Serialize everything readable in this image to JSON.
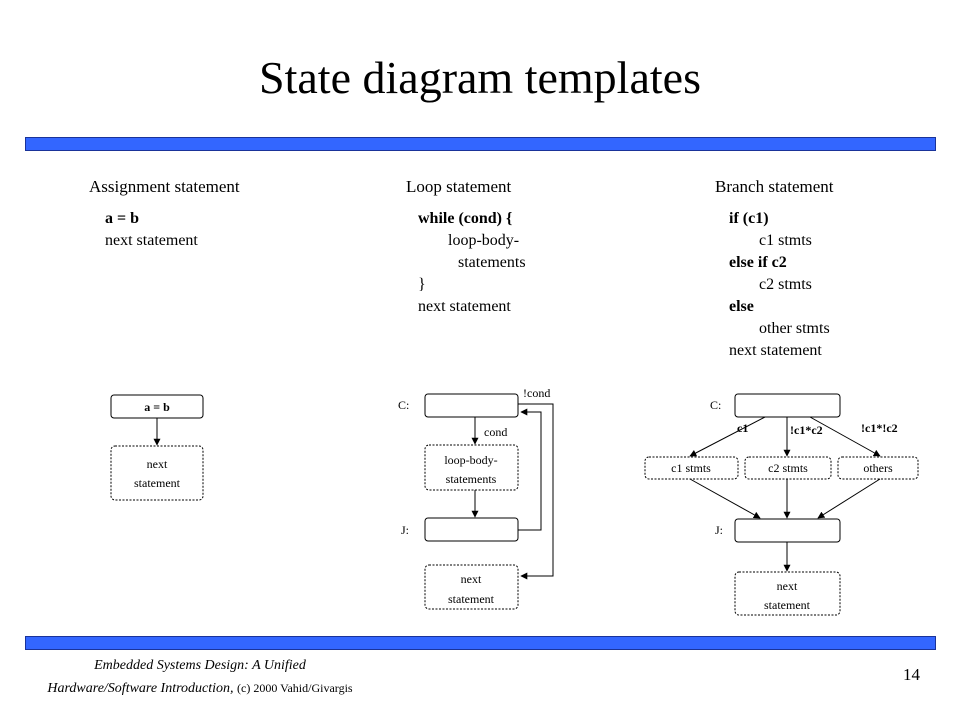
{
  "slide": {
    "title": "State diagram templates",
    "page_number": "14",
    "footer": {
      "line1": "Embedded Systems Design: A Unified",
      "line2": "Hardware/Software Introduction,",
      "copyright": "(c) 2000 Vahid/Givargis"
    }
  },
  "columns": {
    "assignment": {
      "heading": "Assignment statement",
      "code": [
        "a = b",
        "next statement"
      ]
    },
    "loop": {
      "heading": "Loop statement",
      "code": [
        "while (cond) {",
        "loop-body-",
        "statements",
        "}",
        "next statement"
      ]
    },
    "branch": {
      "heading": "Branch statement",
      "code": [
        "if (c1)",
        "c1 stmts",
        "else if c2",
        "c2 stmts",
        "else",
        "other stmts",
        "next statement"
      ]
    }
  },
  "diagrams": {
    "assignment": {
      "state": "a = b",
      "next_line1": "next",
      "next_line2": "statement"
    },
    "loop": {
      "c_label": "C:",
      "j_label": "J:",
      "cond": "cond",
      "not_cond": "!cond",
      "body_line1": "loop-body-",
      "body_line2": "statements",
      "next_line1": "next",
      "next_line2": "statement"
    },
    "branch": {
      "c_label": "C:",
      "j_label": "J:",
      "c1": "c1",
      "c1_not_c2": "!c1*c2",
      "not_c1_not_c2": "!c1*!c2",
      "c1_stmts": "c1 stmts",
      "c2_stmts": "c2 stmts",
      "others": "others",
      "next_line1": "next",
      "next_line2": "statement"
    }
  }
}
